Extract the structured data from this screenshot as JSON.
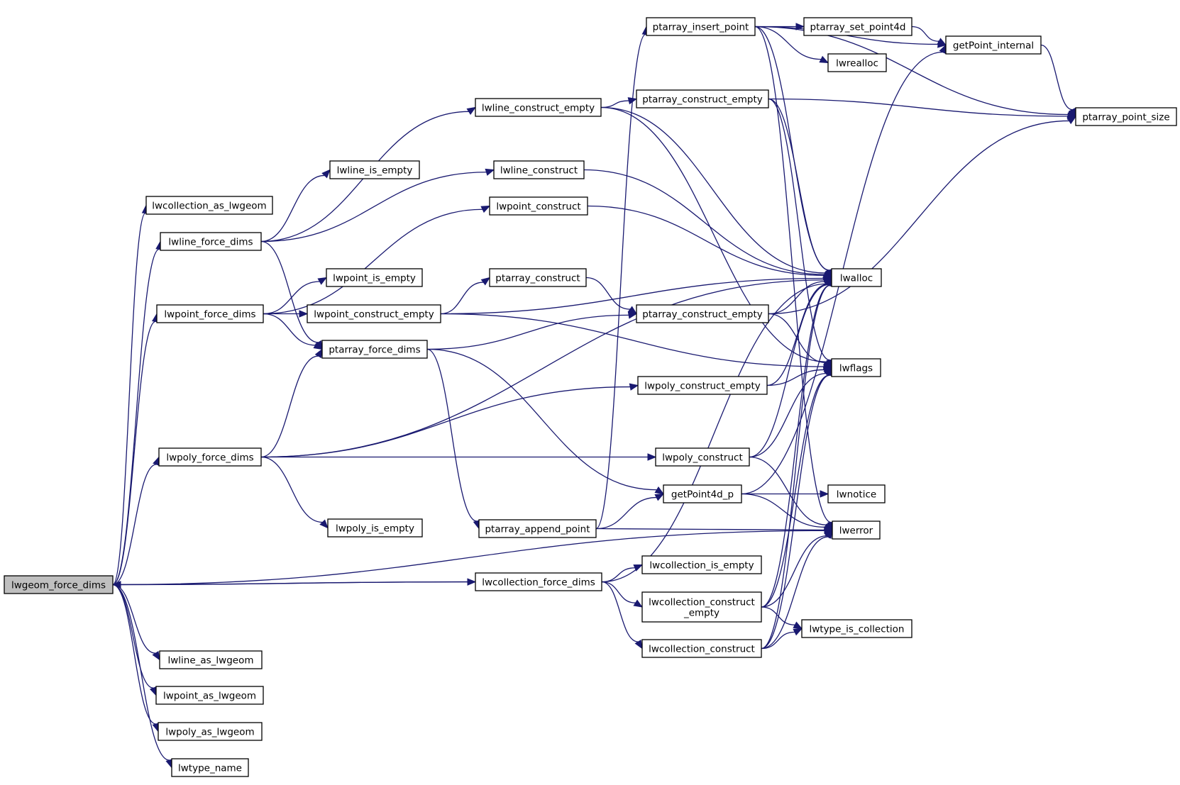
{
  "colors": {
    "edge": "#191970",
    "root_fill": "#bfbfbf",
    "node_fill": "#ffffff",
    "node_border": "#000000"
  },
  "nodes": [
    {
      "id": "lwgeom_force_dims",
      "label": "lwgeom_force_dims",
      "root": true
    },
    {
      "id": "lwcollection_as_lwgeom",
      "label": "lwcollection_as_lwgeom"
    },
    {
      "id": "lwline_force_dims",
      "label": "lwline_force_dims"
    },
    {
      "id": "lwpoint_force_dims",
      "label": "lwpoint_force_dims"
    },
    {
      "id": "lwpoly_force_dims",
      "label": "lwpoly_force_dims"
    },
    {
      "id": "lwline_as_lwgeom",
      "label": "lwline_as_lwgeom"
    },
    {
      "id": "lwpoint_as_lwgeom",
      "label": "lwpoint_as_lwgeom"
    },
    {
      "id": "lwpoly_as_lwgeom",
      "label": "lwpoly_as_lwgeom"
    },
    {
      "id": "lwtype_name",
      "label": "lwtype_name"
    },
    {
      "id": "lwline_is_empty",
      "label": "lwline_is_empty"
    },
    {
      "id": "lwpoint_is_empty",
      "label": "lwpoint_is_empty"
    },
    {
      "id": "lwpoint_construct_empty",
      "label": "lwpoint_construct_empty"
    },
    {
      "id": "ptarray_force_dims",
      "label": "ptarray_force_dims"
    },
    {
      "id": "lwpoly_is_empty",
      "label": "lwpoly_is_empty"
    },
    {
      "id": "lwline_construct_empty",
      "label": "lwline_construct_empty"
    },
    {
      "id": "lwline_construct",
      "label": "lwline_construct"
    },
    {
      "id": "lwpoint_construct",
      "label": "lwpoint_construct"
    },
    {
      "id": "ptarray_construct",
      "label": "ptarray_construct"
    },
    {
      "id": "ptarray_append_point",
      "label": "ptarray_append_point"
    },
    {
      "id": "lwcollection_force_dims",
      "label": "lwcollection_force_dims"
    },
    {
      "id": "ptarray_insert_point",
      "label": "ptarray_insert_point"
    },
    {
      "id": "ptarray_construct_empty_top",
      "label": "ptarray_construct_empty"
    },
    {
      "id": "ptarray_construct_empty",
      "label": "ptarray_construct_empty"
    },
    {
      "id": "lwpoly_construct_empty",
      "label": "lwpoly_construct_empty"
    },
    {
      "id": "lwpoly_construct",
      "label": "lwpoly_construct"
    },
    {
      "id": "getPoint4d_p",
      "label": "getPoint4d_p"
    },
    {
      "id": "lwcollection_is_empty",
      "label": "lwcollection_is_empty"
    },
    {
      "id": "lwcollection_construct_empty",
      "label": "lwcollection_construct\n_empty"
    },
    {
      "id": "lwcollection_construct",
      "label": "lwcollection_construct"
    },
    {
      "id": "ptarray_set_point4d",
      "label": "ptarray_set_point4d"
    },
    {
      "id": "lwrealloc",
      "label": "lwrealloc"
    },
    {
      "id": "lwalloc",
      "label": "lwalloc"
    },
    {
      "id": "lwflags",
      "label": "lwflags"
    },
    {
      "id": "lwnotice",
      "label": "lwnotice"
    },
    {
      "id": "lwerror",
      "label": "lwerror"
    },
    {
      "id": "lwtype_is_collection",
      "label": "lwtype_is_collection"
    },
    {
      "id": "getPoint_internal",
      "label": "getPoint_internal"
    },
    {
      "id": "ptarray_point_size",
      "label": "ptarray_point_size"
    }
  ],
  "edges": [
    {
      "from": "lwgeom_force_dims",
      "to": "lwcollection_as_lwgeom"
    },
    {
      "from": "lwgeom_force_dims",
      "to": "lwline_force_dims"
    },
    {
      "from": "lwgeom_force_dims",
      "to": "lwpoint_force_dims"
    },
    {
      "from": "lwgeom_force_dims",
      "to": "lwpoly_force_dims"
    },
    {
      "from": "lwgeom_force_dims",
      "to": "lwcollection_force_dims"
    },
    {
      "from": "lwgeom_force_dims",
      "to": "lwerror"
    },
    {
      "from": "lwgeom_force_dims",
      "to": "lwline_as_lwgeom"
    },
    {
      "from": "lwgeom_force_dims",
      "to": "lwpoint_as_lwgeom"
    },
    {
      "from": "lwgeom_force_dims",
      "to": "lwpoly_as_lwgeom"
    },
    {
      "from": "lwgeom_force_dims",
      "to": "lwtype_name"
    },
    {
      "from": "lwline_force_dims",
      "to": "lwline_construct_empty"
    },
    {
      "from": "lwline_force_dims",
      "to": "lwline_is_empty"
    },
    {
      "from": "lwline_force_dims",
      "to": "lwline_construct"
    },
    {
      "from": "lwline_force_dims",
      "to": "ptarray_force_dims"
    },
    {
      "from": "lwpoint_force_dims",
      "to": "lwpoint_construct"
    },
    {
      "from": "lwpoint_force_dims",
      "to": "lwpoint_is_empty"
    },
    {
      "from": "lwpoint_force_dims",
      "to": "lwpoint_construct_empty"
    },
    {
      "from": "lwpoint_force_dims",
      "to": "ptarray_force_dims"
    },
    {
      "from": "lwpoly_force_dims",
      "to": "ptarray_force_dims"
    },
    {
      "from": "lwpoly_force_dims",
      "to": "lwalloc"
    },
    {
      "from": "lwpoly_force_dims",
      "to": "lwpoly_construct_empty"
    },
    {
      "from": "lwpoly_force_dims",
      "to": "lwpoly_construct"
    },
    {
      "from": "lwpoly_force_dims",
      "to": "lwpoly_is_empty"
    },
    {
      "from": "lwpoint_construct_empty",
      "to": "lwalloc"
    },
    {
      "from": "lwpoint_construct_empty",
      "to": "ptarray_construct"
    },
    {
      "from": "lwpoint_construct_empty",
      "to": "lwflags"
    },
    {
      "from": "ptarray_force_dims",
      "to": "ptarray_construct_empty"
    },
    {
      "from": "ptarray_force_dims",
      "to": "getPoint4d_p"
    },
    {
      "from": "ptarray_force_dims",
      "to": "ptarray_append_point"
    },
    {
      "from": "lwline_construct_empty",
      "to": "ptarray_construct_empty_top"
    },
    {
      "from": "lwline_construct_empty",
      "to": "lwalloc"
    },
    {
      "from": "lwline_construct_empty",
      "to": "lwflags"
    },
    {
      "from": "lwline_construct",
      "to": "lwalloc"
    },
    {
      "from": "lwpoint_construct",
      "to": "lwalloc"
    },
    {
      "from": "ptarray_construct",
      "to": "ptarray_construct_empty"
    },
    {
      "from": "ptarray_append_point",
      "to": "ptarray_insert_point"
    },
    {
      "from": "ptarray_append_point",
      "to": "getPoint4d_p"
    },
    {
      "from": "ptarray_append_point",
      "to": "lwerror"
    },
    {
      "from": "lwcollection_force_dims",
      "to": "lwgeom_force_dims"
    },
    {
      "from": "lwcollection_force_dims",
      "to": "lwcollection_is_empty"
    },
    {
      "from": "lwcollection_force_dims",
      "to": "lwcollection_construct_empty"
    },
    {
      "from": "lwcollection_force_dims",
      "to": "lwcollection_construct"
    },
    {
      "from": "lwcollection_force_dims",
      "to": "lwalloc"
    },
    {
      "from": "ptarray_insert_point",
      "to": "ptarray_set_point4d"
    },
    {
      "from": "ptarray_insert_point",
      "to": "getPoint_internal"
    },
    {
      "from": "ptarray_insert_point",
      "to": "lwrealloc"
    },
    {
      "from": "ptarray_insert_point",
      "to": "ptarray_point_size"
    },
    {
      "from": "ptarray_insert_point",
      "to": "lwalloc"
    },
    {
      "from": "ptarray_insert_point",
      "to": "lwerror"
    },
    {
      "from": "ptarray_set_point4d",
      "to": "getPoint_internal"
    },
    {
      "from": "getPoint_internal",
      "to": "ptarray_point_size"
    },
    {
      "from": "ptarray_construct_empty_top",
      "to": "ptarray_point_size"
    },
    {
      "from": "ptarray_construct_empty_top",
      "to": "lwalloc"
    },
    {
      "from": "ptarray_construct_empty_top",
      "to": "lwflags"
    },
    {
      "from": "ptarray_construct_empty",
      "to": "lwalloc"
    },
    {
      "from": "ptarray_construct_empty",
      "to": "ptarray_point_size"
    },
    {
      "from": "ptarray_construct_empty",
      "to": "lwflags"
    },
    {
      "from": "lwpoly_construct_empty",
      "to": "lwalloc"
    },
    {
      "from": "lwpoly_construct_empty",
      "to": "lwflags"
    },
    {
      "from": "lwpoly_construct",
      "to": "lwalloc"
    },
    {
      "from": "lwpoly_construct",
      "to": "lwflags"
    },
    {
      "from": "lwpoly_construct",
      "to": "lwerror"
    },
    {
      "from": "getPoint4d_p",
      "to": "lwnotice"
    },
    {
      "from": "getPoint4d_p",
      "to": "getPoint_internal"
    },
    {
      "from": "getPoint4d_p",
      "to": "lwerror"
    },
    {
      "from": "lwcollection_construct_empty",
      "to": "lwalloc"
    },
    {
      "from": "lwcollection_construct_empty",
      "to": "lwflags"
    },
    {
      "from": "lwcollection_construct_empty",
      "to": "lwerror"
    },
    {
      "from": "lwcollection_construct_empty",
      "to": "lwtype_is_collection"
    },
    {
      "from": "lwcollection_construct",
      "to": "lwalloc"
    },
    {
      "from": "lwcollection_construct",
      "to": "lwflags"
    },
    {
      "from": "lwcollection_construct",
      "to": "lwerror"
    },
    {
      "from": "lwcollection_construct",
      "to": "lwtype_is_collection"
    }
  ]
}
